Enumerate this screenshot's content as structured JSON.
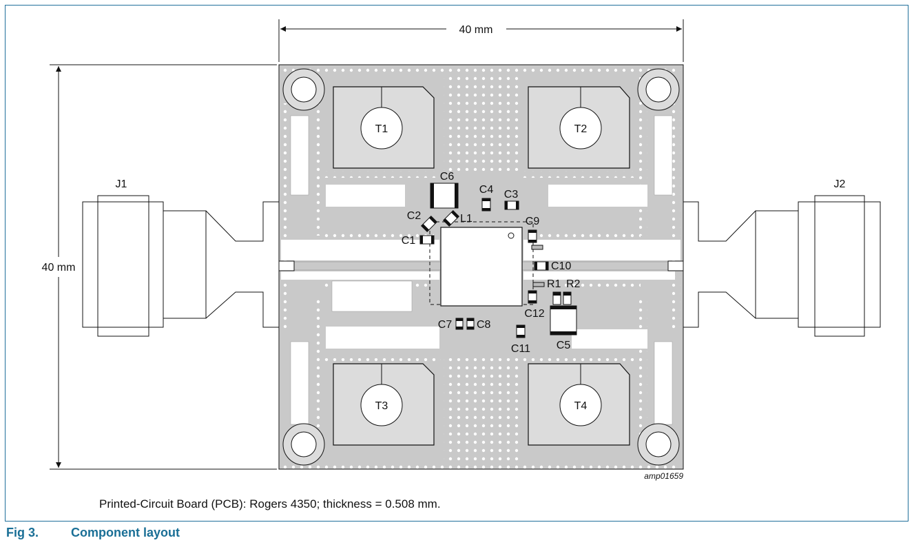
{
  "figure": {
    "number": "Fig 3.",
    "title": "Component layout",
    "note": "Printed-Circuit Board (PCB): Rogers 4350; thickness = 0.508 mm.",
    "id": "amp01659"
  },
  "dimensions": {
    "width": "40 mm",
    "height": "40 mm"
  },
  "connectors": [
    "J1",
    "J2"
  ],
  "transistors": [
    "T1",
    "T2",
    "T3",
    "T4"
  ],
  "components": {
    "c1": "C1",
    "c2": "C2",
    "c3": "C3",
    "c4": "C4",
    "c5": "C5",
    "c6": "C6",
    "c7": "C7",
    "c8": "C8",
    "c9": "C9",
    "c10": "C10",
    "c11": "C11",
    "c12": "C12",
    "l1": "L1",
    "r1": "R1",
    "r2": "R2"
  },
  "colors": {
    "board": "#c9c9c9",
    "pad": "#dcdcdc",
    "accent": "#1a6f96",
    "outline": "#111111"
  }
}
